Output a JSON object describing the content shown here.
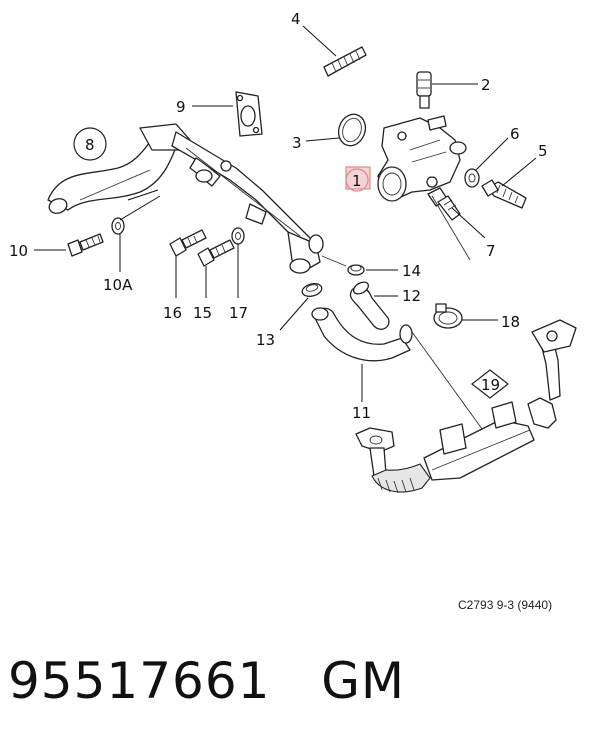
{
  "diagram": {
    "callouts": [
      {
        "id": "c4",
        "text": "4"
      },
      {
        "id": "c2",
        "text": "2"
      },
      {
        "id": "c9",
        "text": "9"
      },
      {
        "id": "c3",
        "text": "3"
      },
      {
        "id": "c6",
        "text": "6"
      },
      {
        "id": "c5",
        "text": "5"
      },
      {
        "id": "c8",
        "text": "8"
      },
      {
        "id": "c1",
        "text": "1"
      },
      {
        "id": "c7",
        "text": "7"
      },
      {
        "id": "c10",
        "text": "10"
      },
      {
        "id": "c10a",
        "text": "10A"
      },
      {
        "id": "c16",
        "text": "16"
      },
      {
        "id": "c15",
        "text": "15"
      },
      {
        "id": "c17",
        "text": "17"
      },
      {
        "id": "c14",
        "text": "14"
      },
      {
        "id": "c12",
        "text": "12"
      },
      {
        "id": "c18",
        "text": "18"
      },
      {
        "id": "c13",
        "text": "13"
      },
      {
        "id": "c19",
        "text": "19"
      },
      {
        "id": "c11",
        "text": "11"
      }
    ],
    "highlight_color": "#e08a8a"
  },
  "reference_code": "C2793 9-3 (9440)",
  "part_number": "95517661",
  "manufacturer": "GM"
}
